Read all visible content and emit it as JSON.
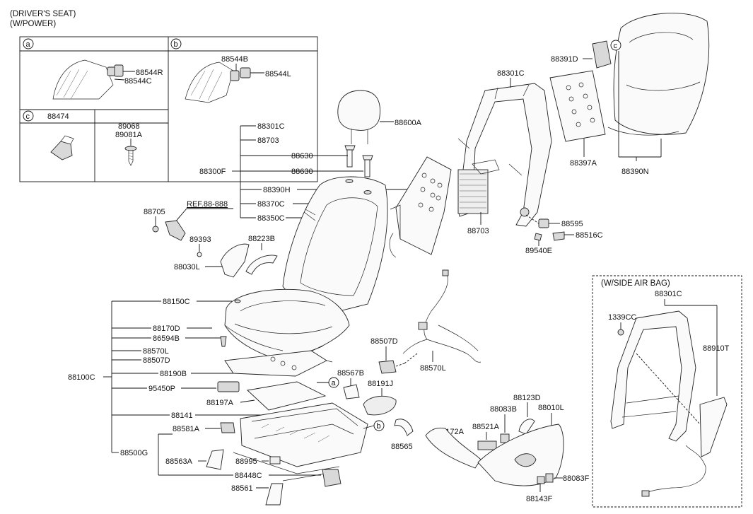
{
  "header": {
    "line1": "(DRIVER'S SEAT)",
    "line2": "(W/POWER)"
  },
  "inset_boxes": {
    "a": {
      "letter": "a",
      "parts": [
        "88544R",
        "88544C"
      ]
    },
    "b": {
      "letter": "b",
      "parts": [
        "88544B",
        "88544L"
      ]
    },
    "c": {
      "letter": "c",
      "part": "88474"
    },
    "d": {
      "parts": [
        "89068",
        "89081A"
      ]
    }
  },
  "callout_letters": {
    "a": "a",
    "b": "b",
    "c": "c"
  },
  "ref_label": "REF.88-888",
  "side_airbag": {
    "title": "(W/SIDE AIR BAG)",
    "parts": [
      "88301C",
      "1339CC",
      "88910T"
    ]
  },
  "labels": {
    "p88301C_a": "88301C",
    "p88703_a": "88703",
    "p88630_a": "88630",
    "p88300F": "88300F",
    "p88630_b": "88630",
    "p88390H": "88390H",
    "p88370C": "88370C",
    "p88350C": "88350C",
    "p88600A": "88600A",
    "p88705": "88705",
    "p89393": "89393",
    "p88223B": "88223B",
    "p88030L": "88030L",
    "p88301C_b": "88301C",
    "p88391D": "88391D",
    "p88397A": "88397A",
    "p88390N": "88390N",
    "p88703_b": "88703",
    "p88595": "88595",
    "p88516C": "88516C",
    "p89540E": "89540E",
    "p88150C": "88150C",
    "p88170D": "88170D",
    "p86594B": "86594B",
    "p88570L_a": "88570L",
    "p88507D_a": "88507D",
    "p88100C": "88100C",
    "p88190B": "88190B",
    "p95450P": "95450P",
    "p88197A": "88197A",
    "p88141": "88141",
    "p88581A": "88581A",
    "p88500G": "88500G",
    "p88563A": "88563A",
    "p88995": "88995",
    "p88448C": "88448C",
    "p88561": "88561",
    "p88507D_b": "88507D",
    "p88570L_b": "88570L",
    "p88567B": "88567B",
    "p88191J": "88191J",
    "p88565": "88565",
    "p88172A": "88172A",
    "p88521A": "88521A",
    "p88083B": "88083B",
    "p88123D": "88123D",
    "p88010L": "88010L",
    "p88083F": "88083F",
    "p88143F": "88143F"
  }
}
